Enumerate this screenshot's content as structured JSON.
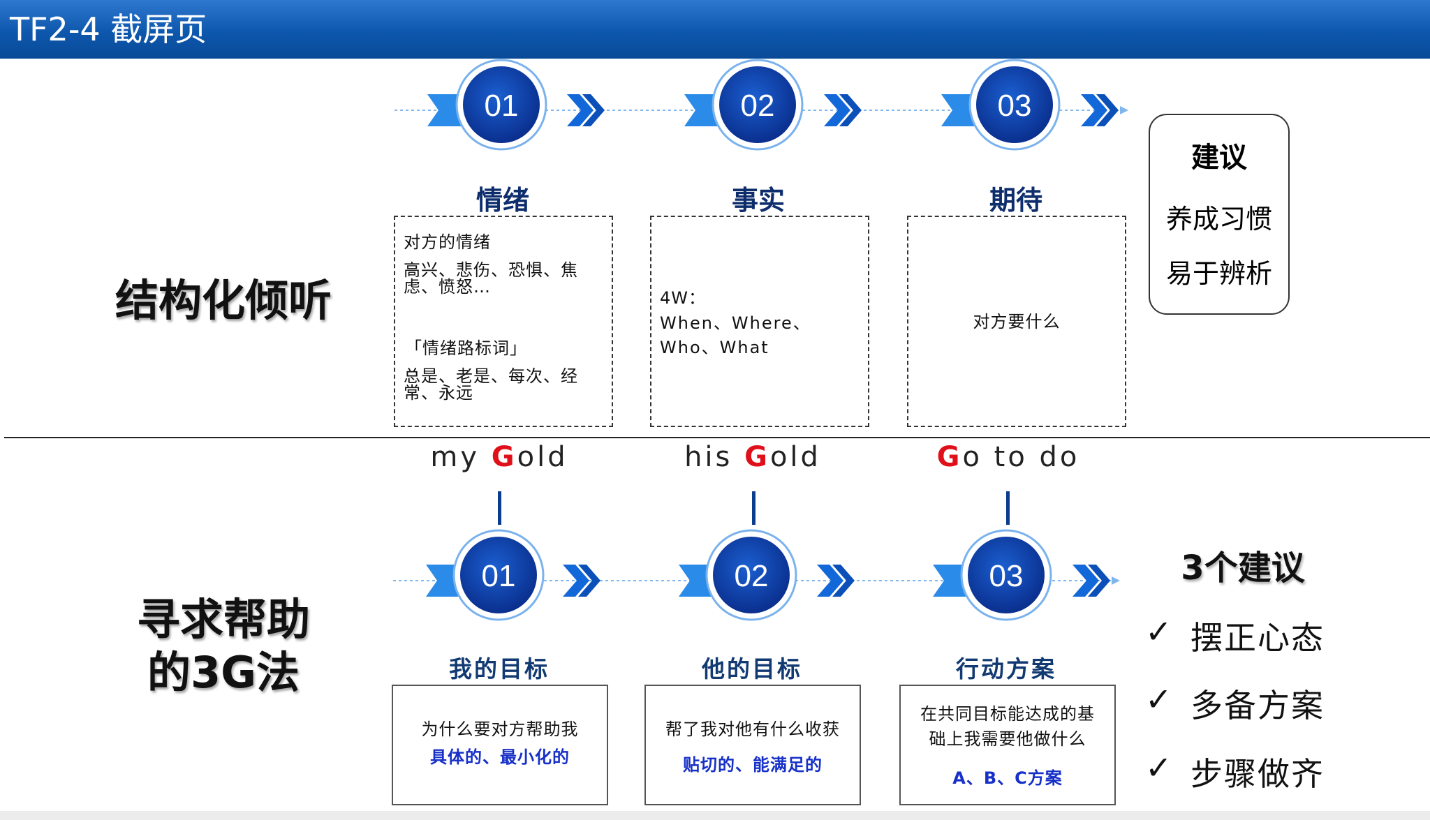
{
  "header": {
    "title": "TF2-4 截屏页"
  },
  "section1": {
    "title": "结构化倾听",
    "steps": [
      {
        "num": "01",
        "label": "情绪"
      },
      {
        "num": "02",
        "label": "事实"
      },
      {
        "num": "03",
        "label": "期待"
      }
    ],
    "box1": {
      "l1": "对方的情绪",
      "l2": "高兴、悲伤、恐惧、焦",
      "l3": "虑、愤怒…",
      "l4": "「情绪路标词」",
      "l5": "总是、老是、每次、经",
      "l6": "常、永远"
    },
    "box2": {
      "l1": "4W：",
      "l2": "When、Where、",
      "l3": "Who、What"
    },
    "box3": {
      "l1": "对方要什么"
    },
    "advice": {
      "title": "建议",
      "l1": "养成习惯",
      "l2": "易于辨析"
    }
  },
  "section2": {
    "title_l1": "寻求帮助",
    "title_l2": "的3G法",
    "gold": [
      {
        "a": "my ",
        "g": "G",
        "b": "old"
      },
      {
        "a": "his ",
        "g": "G",
        "b": "old"
      },
      {
        "a": "",
        "g": "G",
        "b": "o to do"
      }
    ],
    "steps": [
      {
        "num": "01",
        "label": "我的目标"
      },
      {
        "num": "02",
        "label": "他的目标"
      },
      {
        "num": "03",
        "label": "行动方案"
      }
    ],
    "box1": {
      "l1": "为什么要对方帮助我",
      "l2": "具体的、最小化的"
    },
    "box2": {
      "l1": "帮了我对他有什么收获",
      "l2": "贴切的、能满足的"
    },
    "box3": {
      "l1": "在共同目标能达成的基",
      "l2": "础上我需要他做什么",
      "l3": "A、B、C方案"
    },
    "advice": {
      "title": "3个建议",
      "items": [
        "摆正心态",
        "多备方案",
        "步骤做齐"
      ],
      "check": "✓"
    }
  },
  "colors": {
    "title_bar": "#0d57ad",
    "circle": "#0b3fa8",
    "arrow": "#1580e6",
    "gold_red": "#e0101a",
    "highlight_blue": "#1730c8"
  }
}
